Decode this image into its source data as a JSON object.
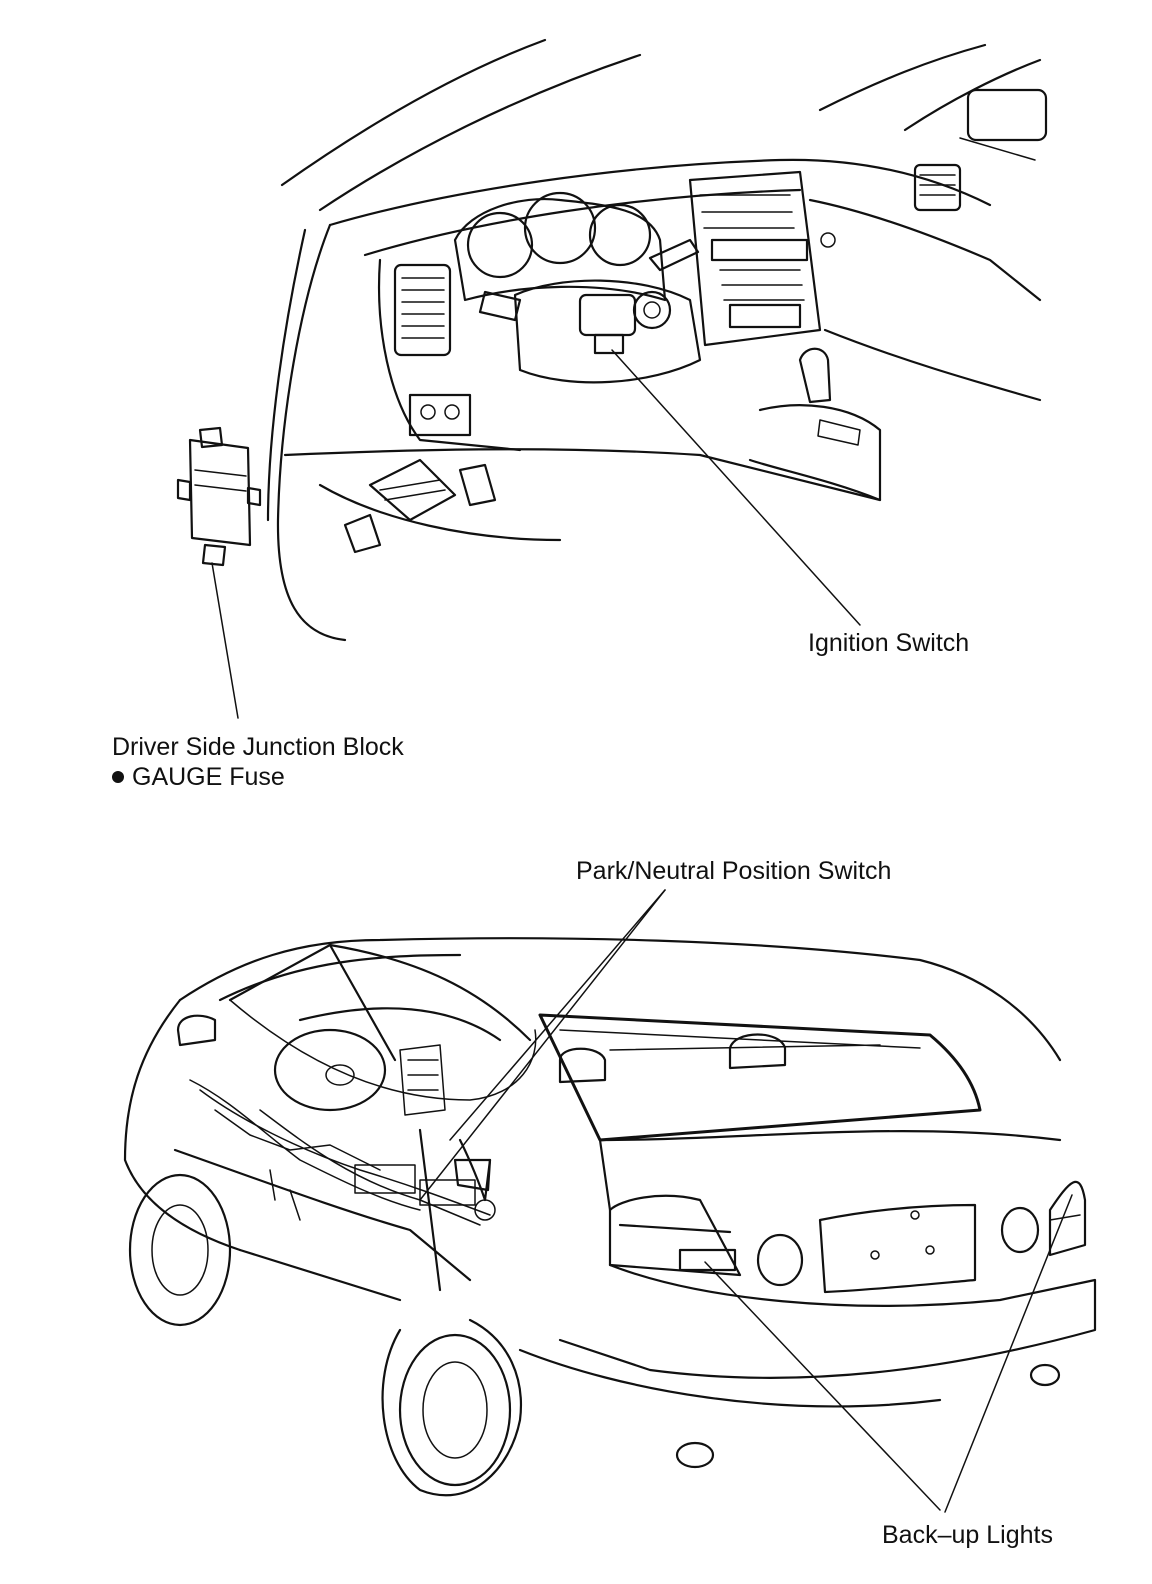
{
  "labels": {
    "ignition_switch": "Ignition Switch",
    "driver_side_junction_block": "Driver Side Junction Block",
    "gauge_fuse": "GAUGE Fuse",
    "park_neutral_switch": "Park/Neutral Position Switch",
    "backup_lights": "Back–up Lights"
  },
  "icons": {
    "bullet": "filled-circle"
  }
}
